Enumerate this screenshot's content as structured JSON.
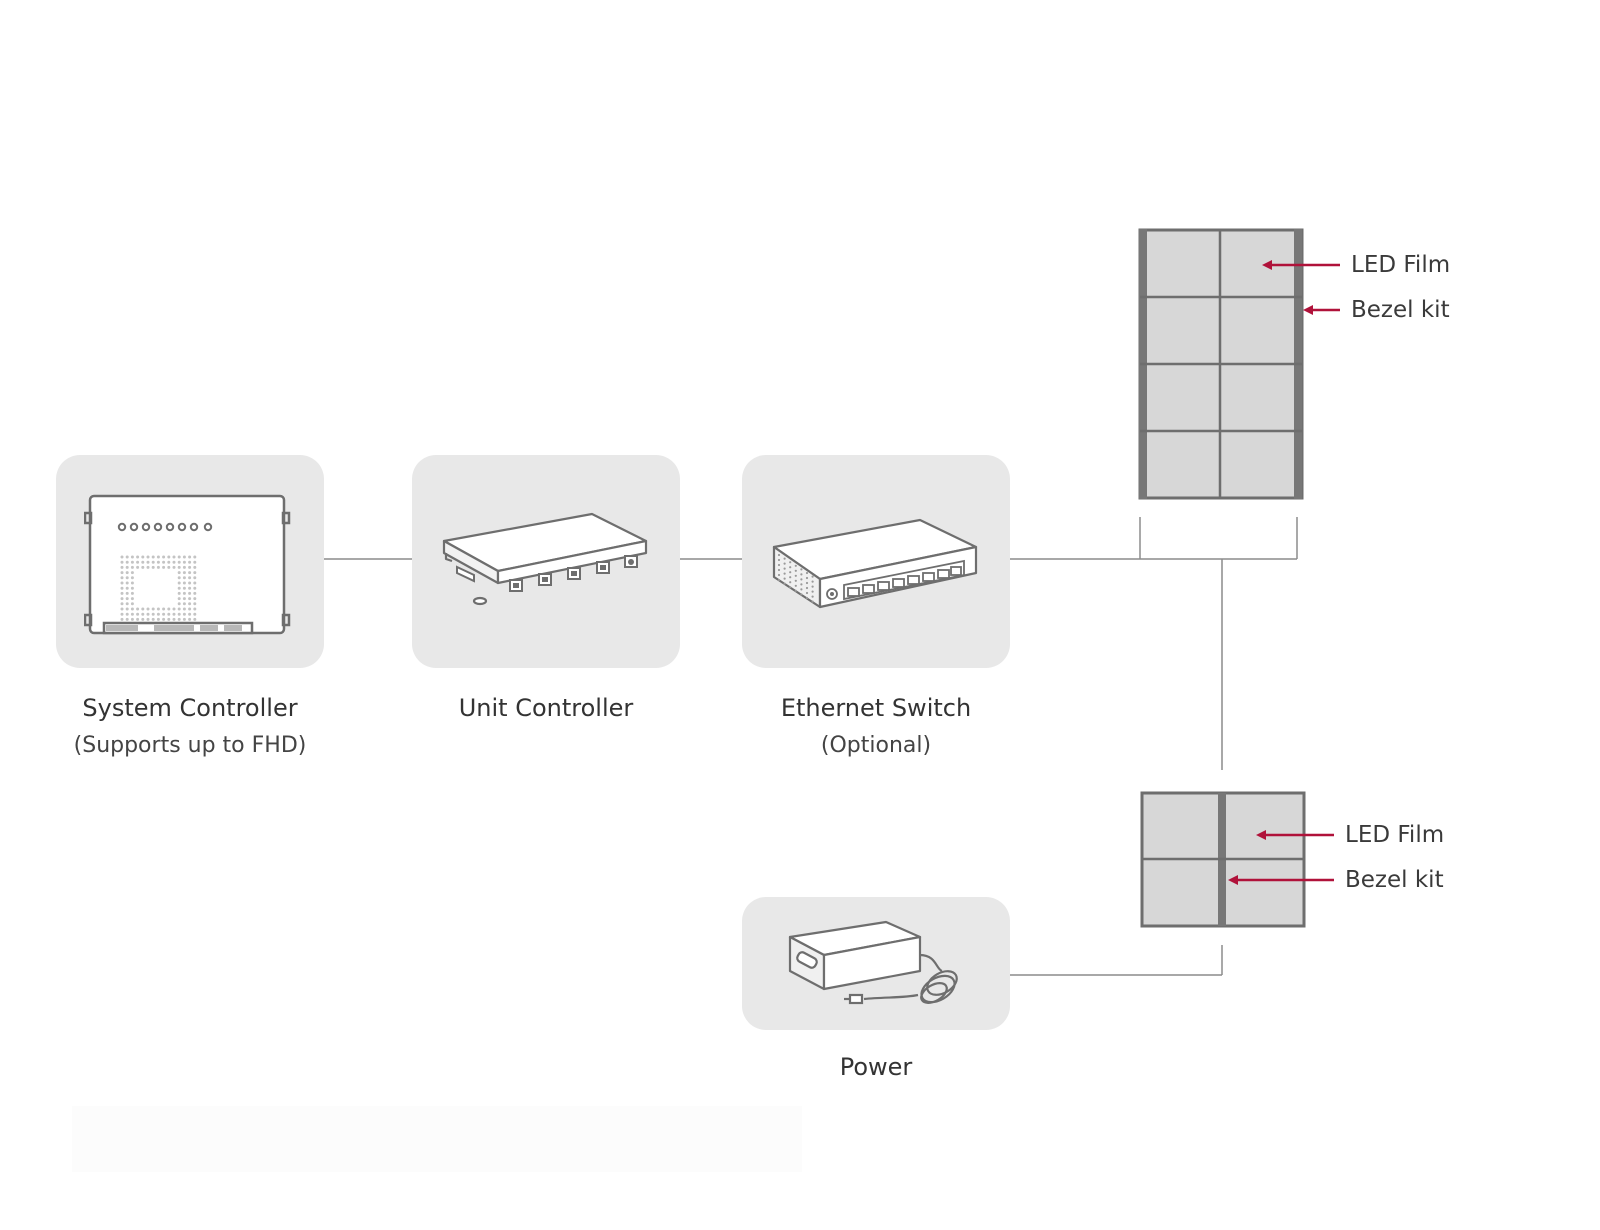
{
  "nodes": {
    "system_controller": {
      "title": "System Controller",
      "subtitle": "(Supports up to FHD)",
      "icon": "system-controller-icon"
    },
    "unit_controller": {
      "title": "Unit Controller",
      "icon": "unit-controller-icon"
    },
    "ethernet_switch": {
      "title": "Ethernet Switch",
      "subtitle": "(Optional)",
      "icon": "ethernet-switch-icon"
    },
    "power": {
      "title": "Power",
      "icon": "power-adapter-icon"
    }
  },
  "panels": {
    "top": {
      "led_film": "LED Film",
      "bezel_kit": "Bezel kit"
    },
    "bottom": {
      "led_film": "LED Film",
      "bezel_kit": "Bezel kit"
    }
  },
  "colors": {
    "card": "#e8e8e8",
    "line": "#8c8c8c",
    "panel_fill": "#d7d7d7",
    "panel_border": "#6e6e6e",
    "arrow": "#b0123a"
  }
}
